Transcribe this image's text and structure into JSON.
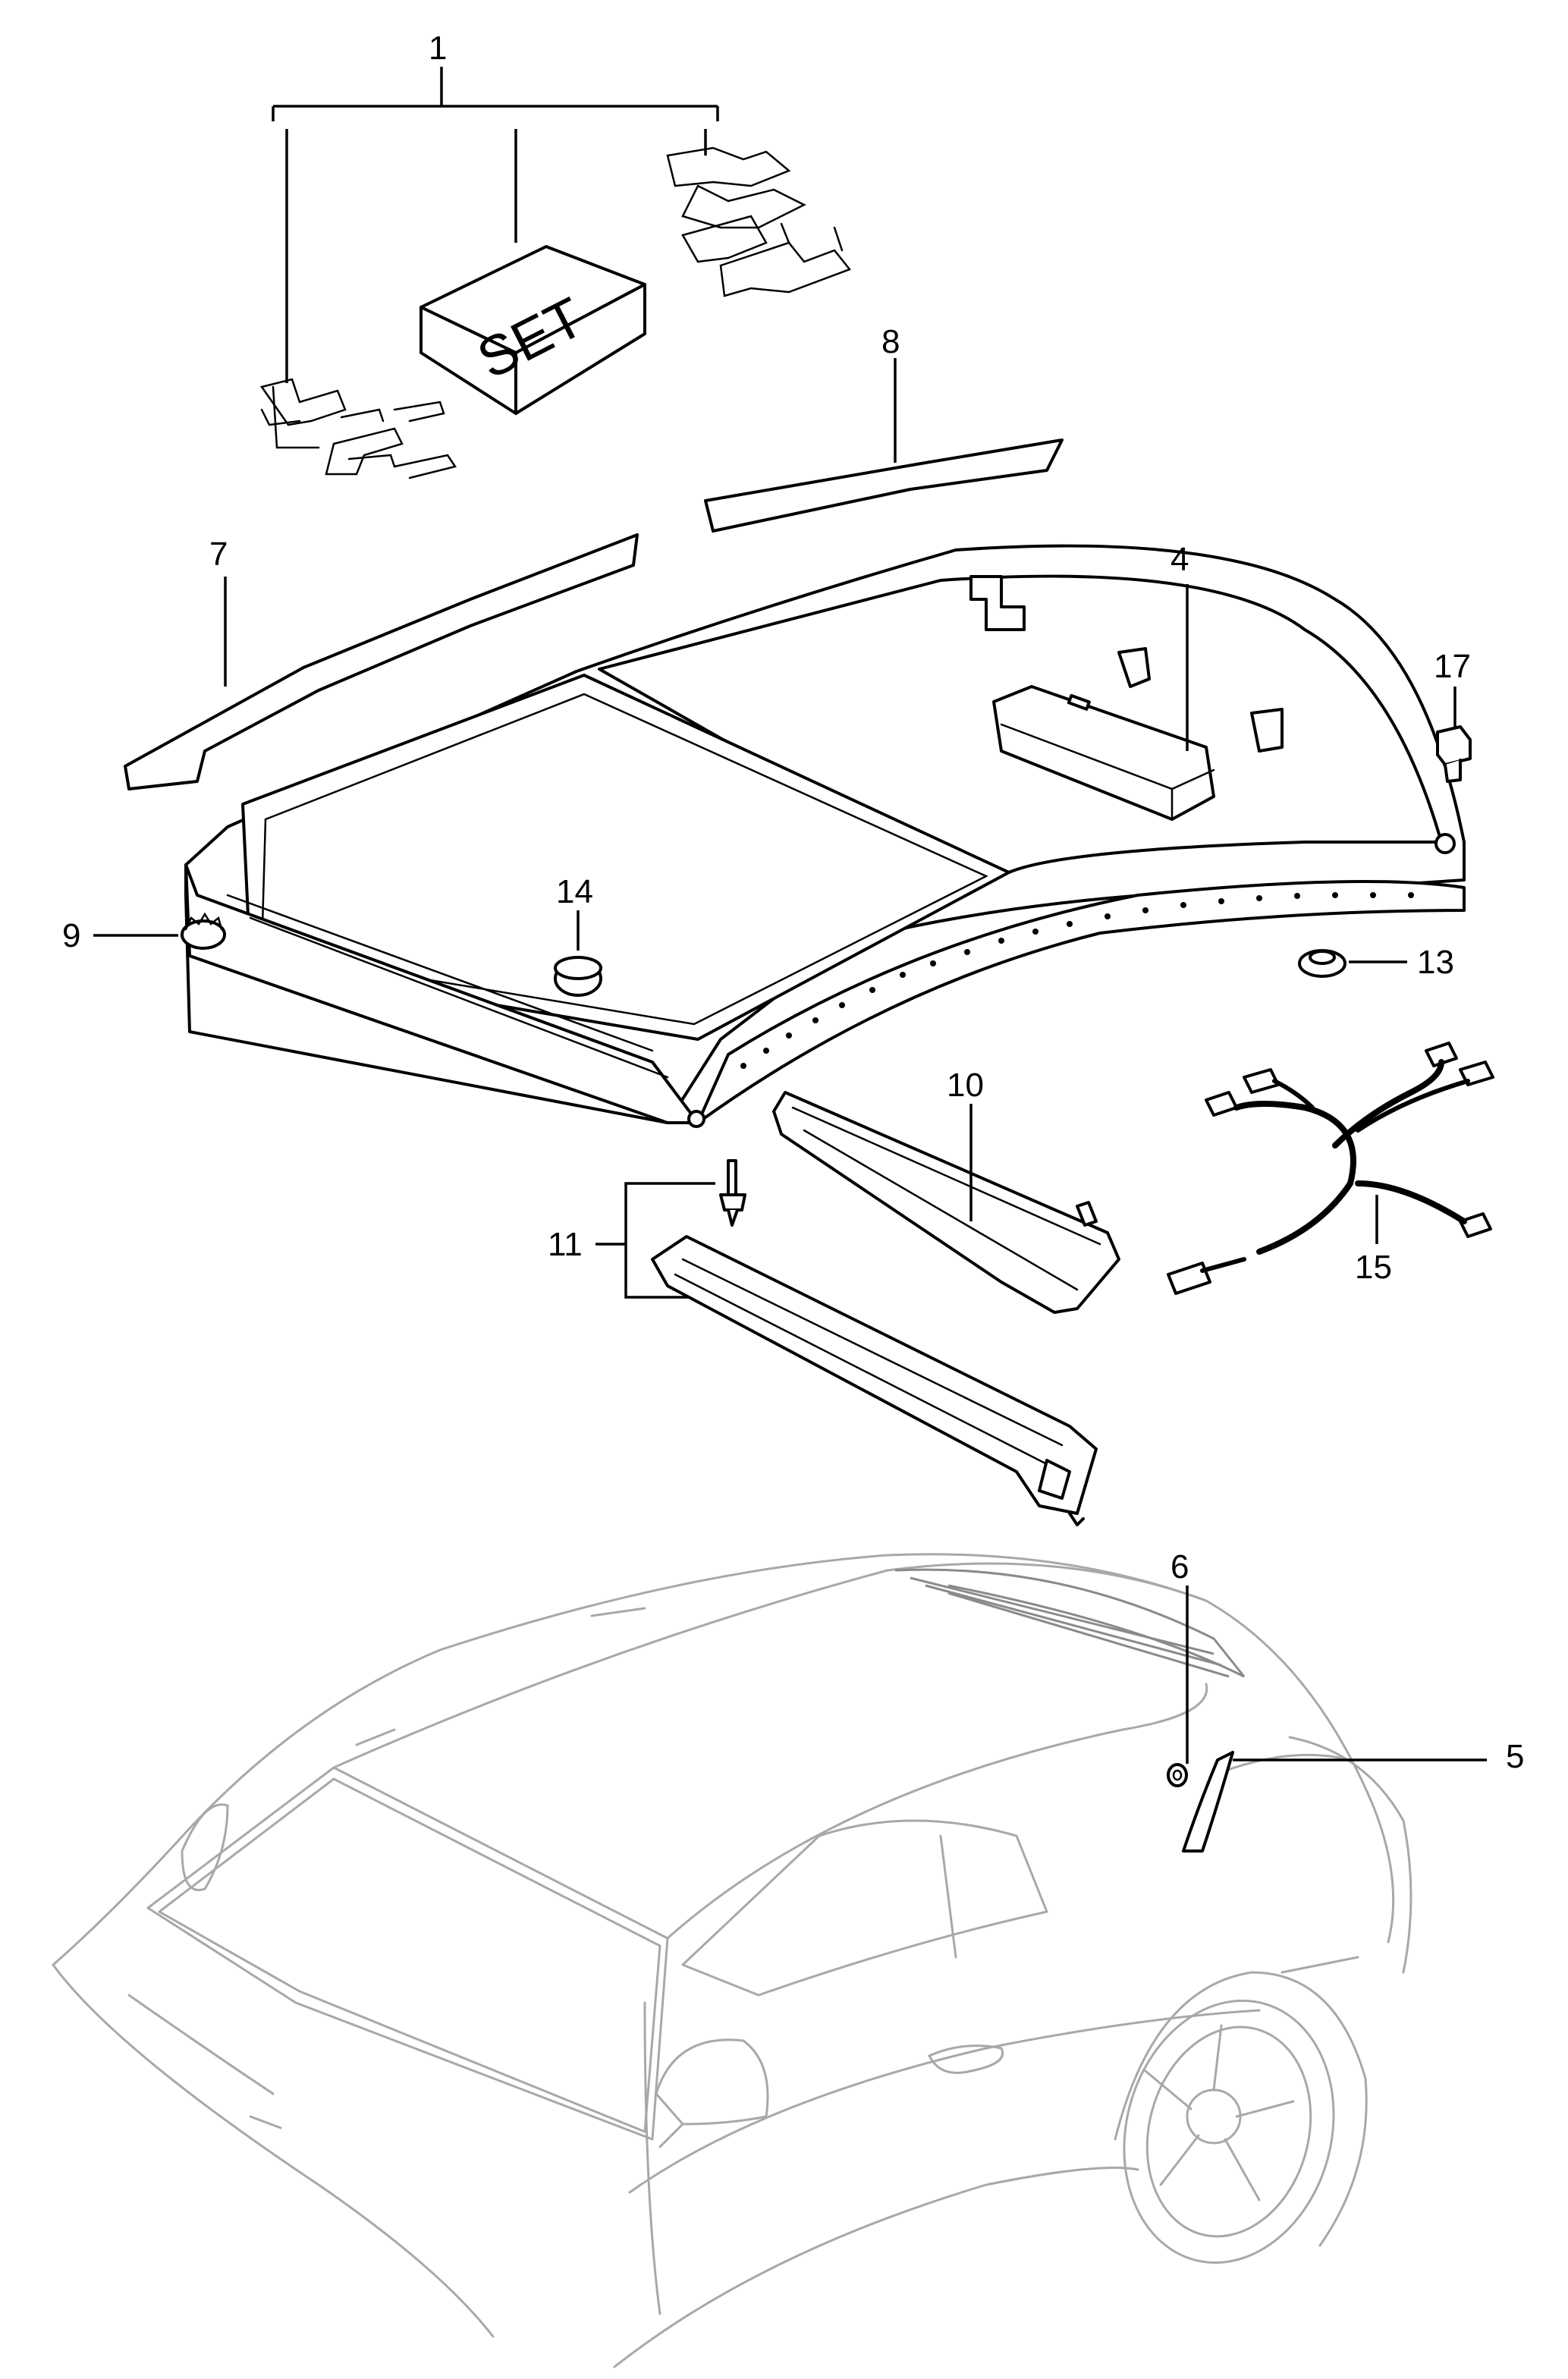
{
  "diagram": {
    "callouts": [
      {
        "id": "1",
        "label": "1"
      },
      {
        "id": "4",
        "label": "4"
      },
      {
        "id": "5",
        "label": "5"
      },
      {
        "id": "6",
        "label": "6"
      },
      {
        "id": "7",
        "label": "7"
      },
      {
        "id": "8",
        "label": "8"
      },
      {
        "id": "9",
        "label": "9"
      },
      {
        "id": "10",
        "label": "10"
      },
      {
        "id": "11",
        "label": "11"
      },
      {
        "id": "13",
        "label": "13"
      },
      {
        "id": "14",
        "label": "14"
      },
      {
        "id": "15",
        "label": "15"
      },
      {
        "id": "17",
        "label": "17"
      }
    ],
    "set_box_label": "SET"
  }
}
